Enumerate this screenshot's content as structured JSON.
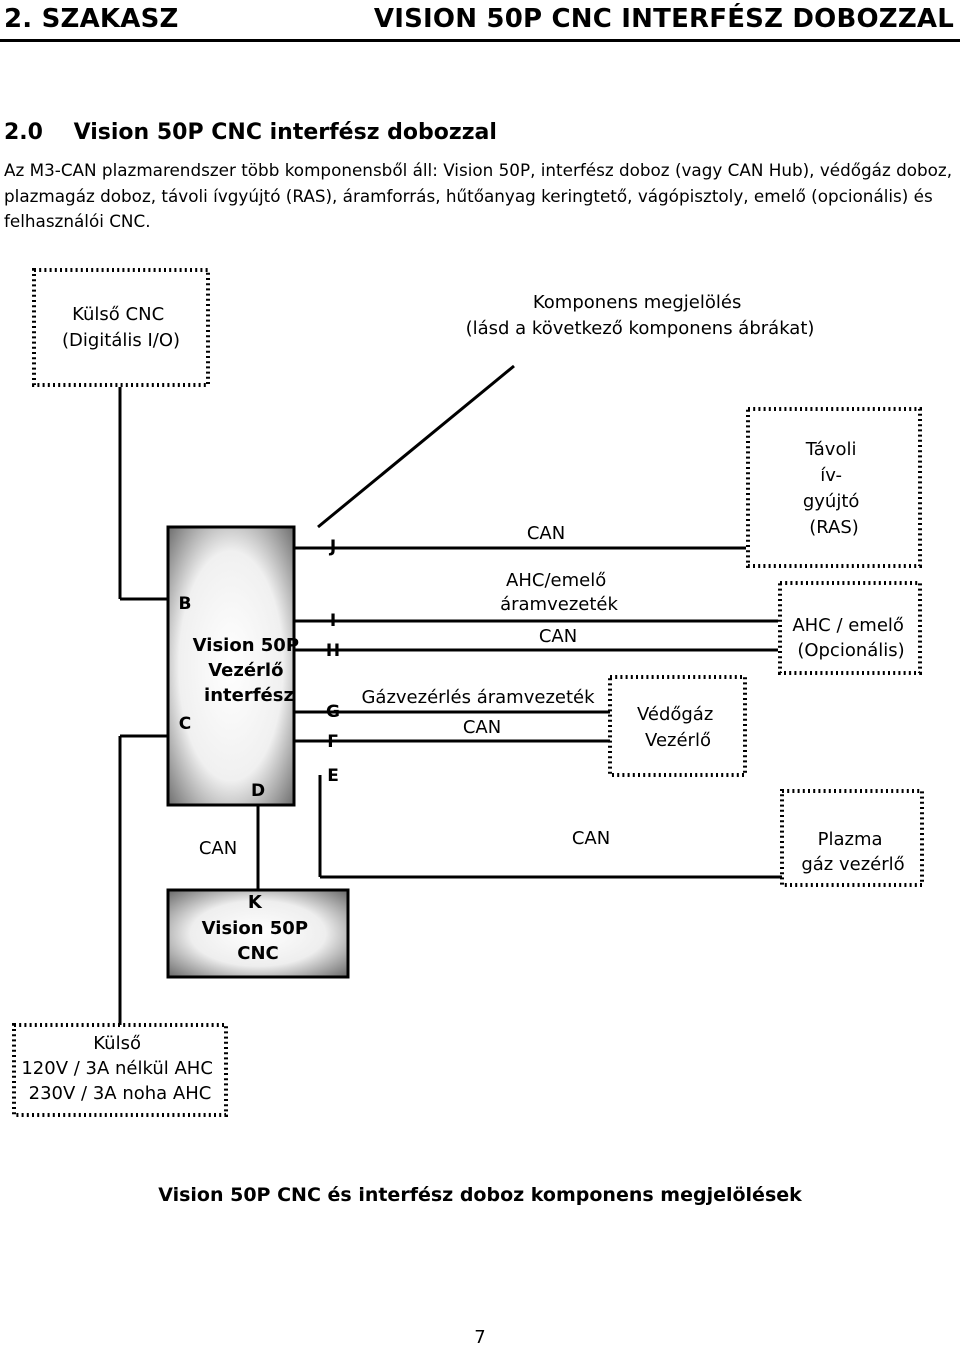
{
  "header": {
    "section": "2. SZAKASZ",
    "title": "VISION 50P CNC INTERFÉSZ DOBOZZAL"
  },
  "section_title": "2.0    Vision 50P CNC interfész dobozzal",
  "intro_text": "Az M3-CAN plazmarendszer több komponensből áll: Vision 50P, interfész doboz (vagy CAN Hub), védőgáz doboz, plazmagáz doboz, távoli ívgyújtó (RAS), áramforrás, hűtőanyag keringtető, vágópisztoly, emelő (opcionális) és felhasználói CNC.",
  "diagram": {
    "ext_cnc": [
      "Külső CNC",
      "(Digitális I/O)"
    ],
    "component_note": [
      "Komponens megjelölés",
      "(lásd a következő komponens ábrákat)"
    ],
    "ras": [
      "Távoli",
      "ív-",
      "gyújtó",
      "(RAS)"
    ],
    "ahc": [
      "AHC / emelő",
      "(Opcionális)"
    ],
    "shield_gas": [
      "Védőgáz",
      "Vezérlő"
    ],
    "plasma_gas": [
      "Plazma",
      "gáz vezérlő"
    ],
    "ext_power": [
      "Külső",
      "120V / 3A nélkül AHC",
      "230V / 3A noha AHC"
    ],
    "interface": [
      "Vision 50P",
      "Vezérlő",
      "interfész"
    ],
    "cnc_unit": [
      "K",
      "Vision 50P",
      "CNC"
    ],
    "pins": {
      "b": "B",
      "c": "C",
      "d": "D",
      "e": "E",
      "f": "F",
      "g": "G",
      "h": "H",
      "i": "I",
      "j": "J"
    },
    "wire_labels": {
      "can_top": "CAN",
      "ahc_cable": [
        "AHC/emelő",
        "áramvezeték"
      ],
      "can_ahc": "CAN",
      "gas_cable": "Gázvezérlés áramvezeték",
      "can_gas": "CAN",
      "can_plasma": "CAN",
      "can_cnc": "CAN"
    }
  },
  "caption": "Vision 50P CNC és interfész doboz komponens megjelölések",
  "page_number": "7"
}
